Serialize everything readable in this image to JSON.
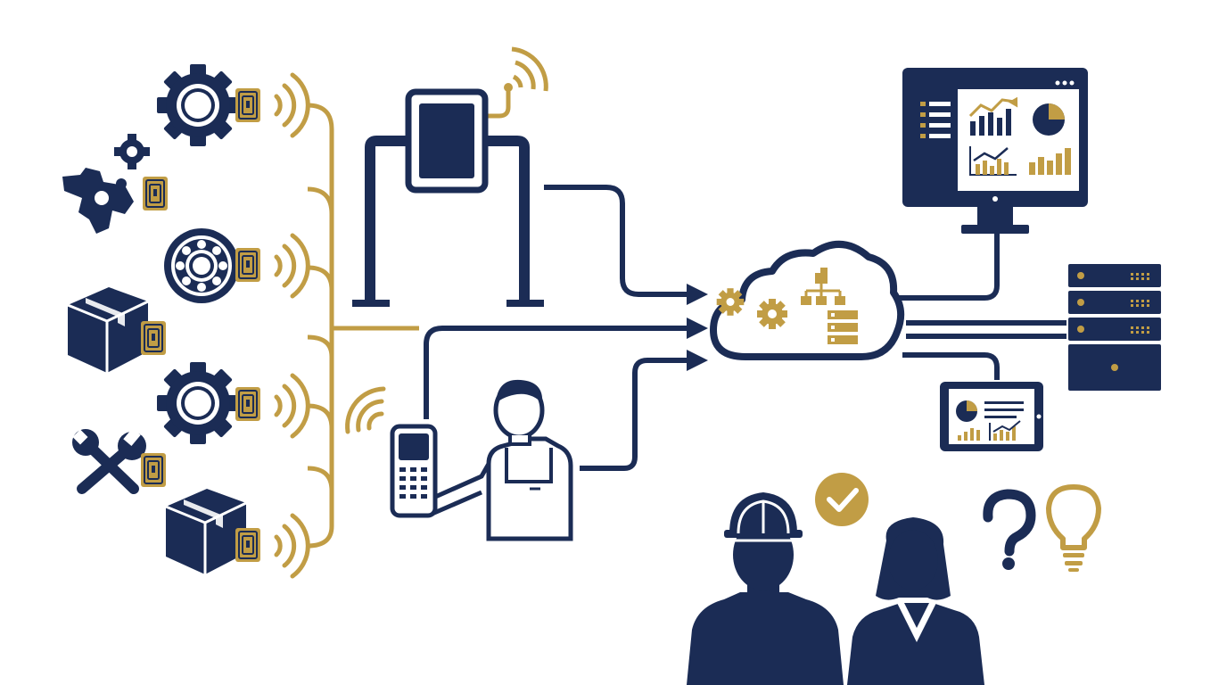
{
  "palette": {
    "navy": "#1b2c55",
    "gold": "#c19d45",
    "background": "#ffffff"
  },
  "diagram": {
    "tagged_items": [
      {
        "icon": "gear-icon"
      },
      {
        "icon": "gears-cluster-icon"
      },
      {
        "icon": "bearing-icon"
      },
      {
        "icon": "box-icon"
      },
      {
        "icon": "gear-icon"
      },
      {
        "icon": "tools-icon"
      },
      {
        "icon": "box-icon"
      }
    ],
    "nodes": [
      {
        "id": "rfid-portal-reader",
        "icon": "portal-reader-icon"
      },
      {
        "id": "handheld-operator",
        "icon": "handheld-scanner-icon"
      },
      {
        "id": "cloud-platform",
        "icon": "cloud-icon"
      },
      {
        "id": "dashboard-monitor",
        "icon": "monitor-icon"
      },
      {
        "id": "server-rack",
        "icon": "server-icon"
      },
      {
        "id": "tablet-report",
        "icon": "tablet-icon"
      },
      {
        "id": "decision-makers",
        "icon": "people-icon"
      }
    ],
    "annotations": [
      {
        "icon": "check-icon"
      },
      {
        "icon": "question-icon"
      },
      {
        "icon": "lightbulb-icon"
      }
    ]
  }
}
